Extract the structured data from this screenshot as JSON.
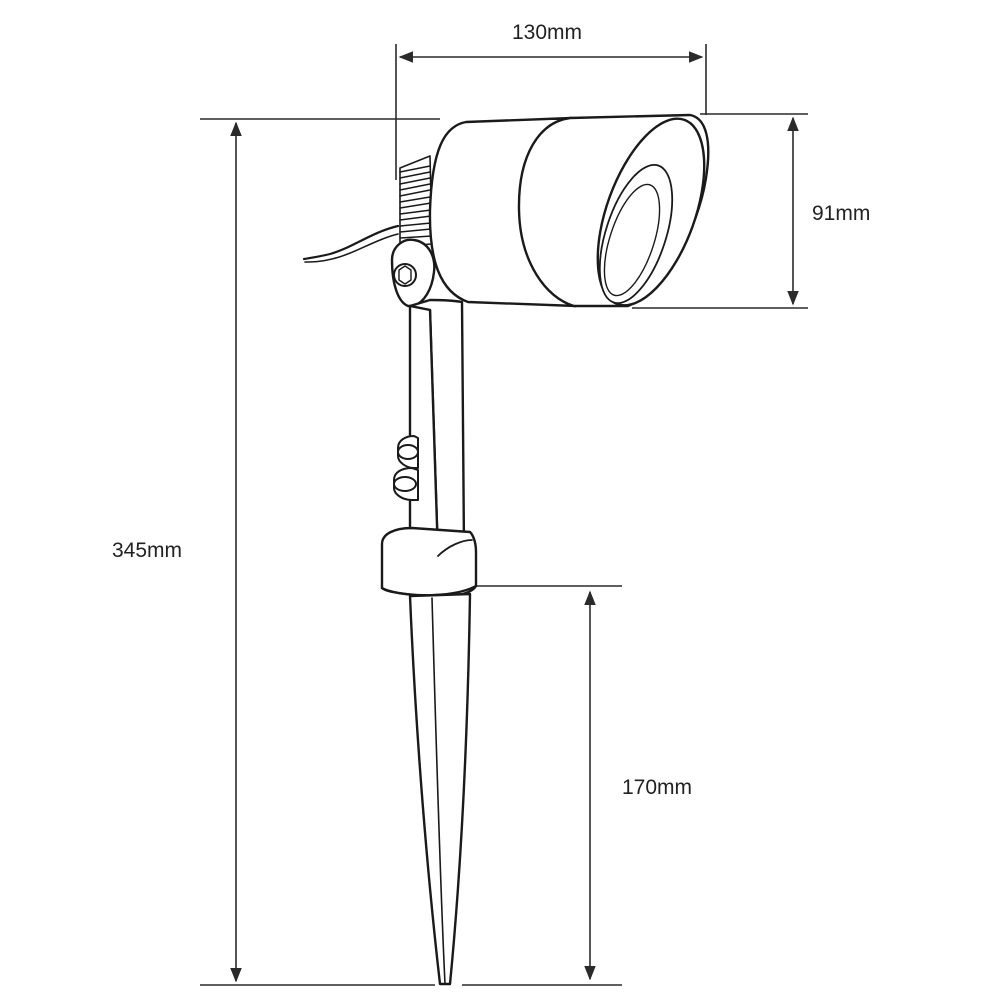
{
  "dimensions": {
    "width": "130mm",
    "head_height": "91mm",
    "total_height": "345mm",
    "stake_length": "170mm"
  },
  "colors": {
    "line": "#1a1a1a",
    "dim_line": "#2a2a2a",
    "background": "#ffffff"
  }
}
